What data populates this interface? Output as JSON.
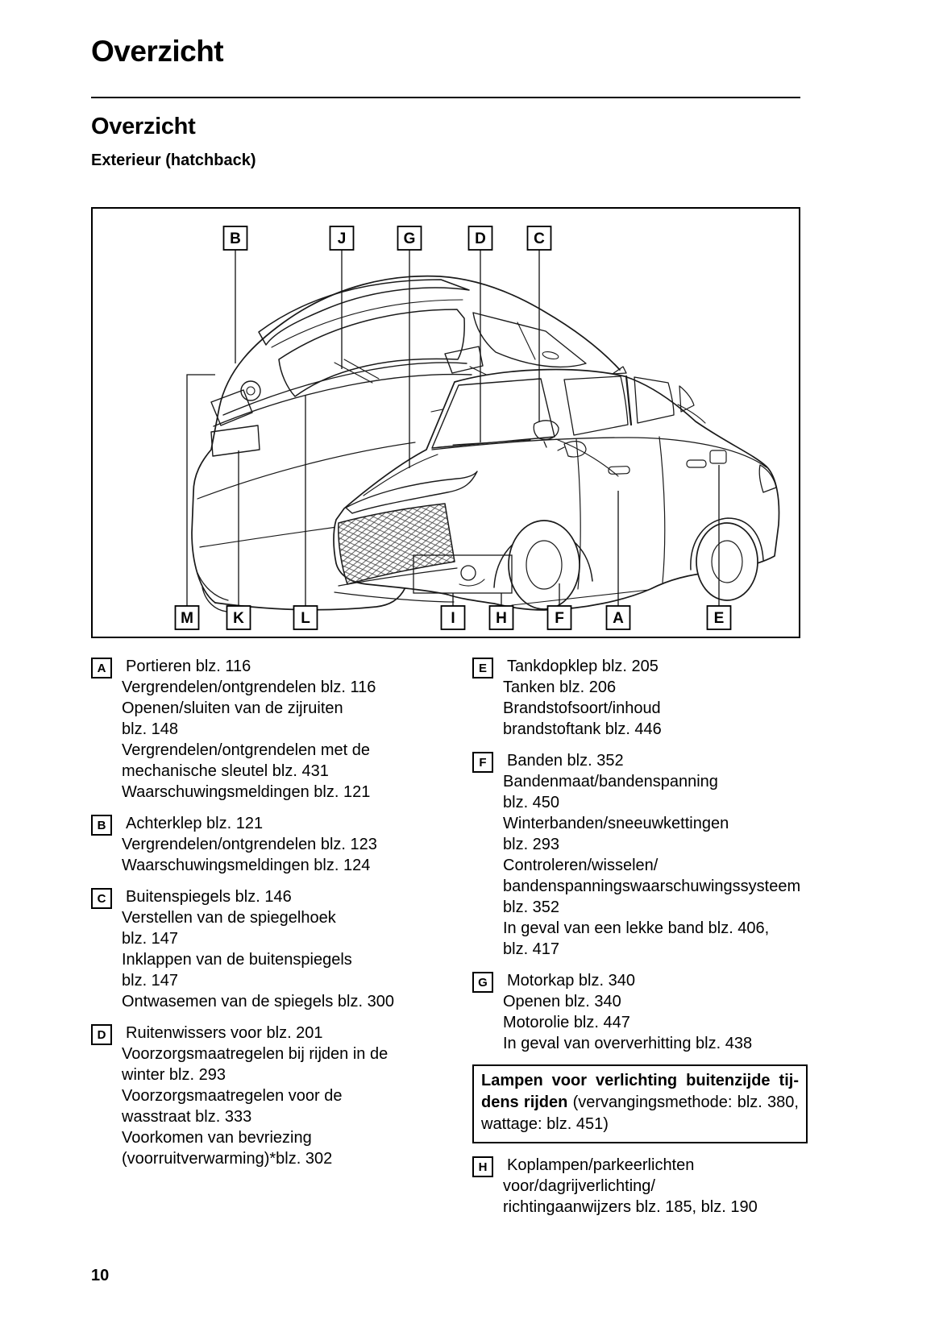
{
  "header": {
    "title": "Overzicht"
  },
  "section": {
    "title": "Overzicht",
    "subtitle": "Exterieur (hatchback)"
  },
  "diagram": {
    "top_labels": [
      "B",
      "J",
      "G",
      "D",
      "C"
    ],
    "bottom_labels": [
      "M",
      "K",
      "L",
      "I",
      "H",
      "F",
      "A",
      "E"
    ]
  },
  "legend": {
    "left": [
      {
        "letter": "A",
        "title": "Portieren blz. 116",
        "lines": [
          "Vergrendelen/ontgrendelen blz. 116",
          "Openen/sluiten van de zijruiten",
          "blz. 148",
          "Vergrendelen/ontgrendelen met de",
          "mechanische sleutel blz. 431",
          "Waarschuwingsmeldingen blz. 121"
        ]
      },
      {
        "letter": "B",
        "title": "Achterklep blz. 121",
        "lines": [
          "Vergrendelen/ontgrendelen blz. 123",
          "Waarschuwingsmeldingen blz. 124"
        ]
      },
      {
        "letter": "C",
        "title": "Buitenspiegels blz. 146",
        "lines": [
          "Verstellen van de spiegelhoek",
          "blz. 147",
          "Inklappen van de buitenspiegels",
          "blz. 147",
          "Ontwasemen van de spiegels blz. 300"
        ]
      },
      {
        "letter": "D",
        "title": "Ruitenwissers voor blz. 201",
        "lines": [
          "Voorzorgsmaatregelen bij rijden in de",
          "winter blz. 293",
          "Voorzorgsmaatregelen voor de",
          "wasstraat blz. 333",
          "Voorkomen van bevriezing",
          "(voorruitverwarming)*blz. 302"
        ]
      }
    ],
    "right": [
      {
        "letter": "E",
        "title": "Tankdopklep blz. 205",
        "lines": [
          "Tanken blz. 206",
          "Brandstofsoort/inhoud",
          "brandstoftank blz. 446"
        ]
      },
      {
        "letter": "F",
        "title": "Banden blz. 352",
        "lines": [
          "Bandenmaat/bandenspanning",
          "blz. 450",
          "Winterbanden/sneeuwkettingen",
          "blz. 293",
          "Controleren/wisselen/",
          "bandenspanningswaarschuwingssysteem",
          "blz. 352",
          "In geval van een lekke band blz. 406,",
          "blz. 417"
        ]
      },
      {
        "letter": "G",
        "title": "Motorkap blz. 340",
        "lines": [
          "Openen blz. 340",
          "Motorolie blz. 447",
          "In geval van oververhitting blz. 438"
        ]
      }
    ],
    "note": {
      "bold": "Lampen voor verlichting buitenzijde tij­dens rijden",
      "rest": "(vervangingsmethode: blz. 380, wattage: blz. 451)"
    },
    "right_after_note": [
      {
        "letter": "H",
        "title": "Koplampen/parkeerlichten",
        "lines": [
          "voor/dagrijverlichting/",
          "richtingaanwijzers blz. 185, blz. 190"
        ]
      }
    ]
  },
  "footer": {
    "page_number": "10"
  },
  "colors": {
    "ink": "#000000",
    "line_art": "#1a1a1a",
    "background": "#ffffff"
  }
}
